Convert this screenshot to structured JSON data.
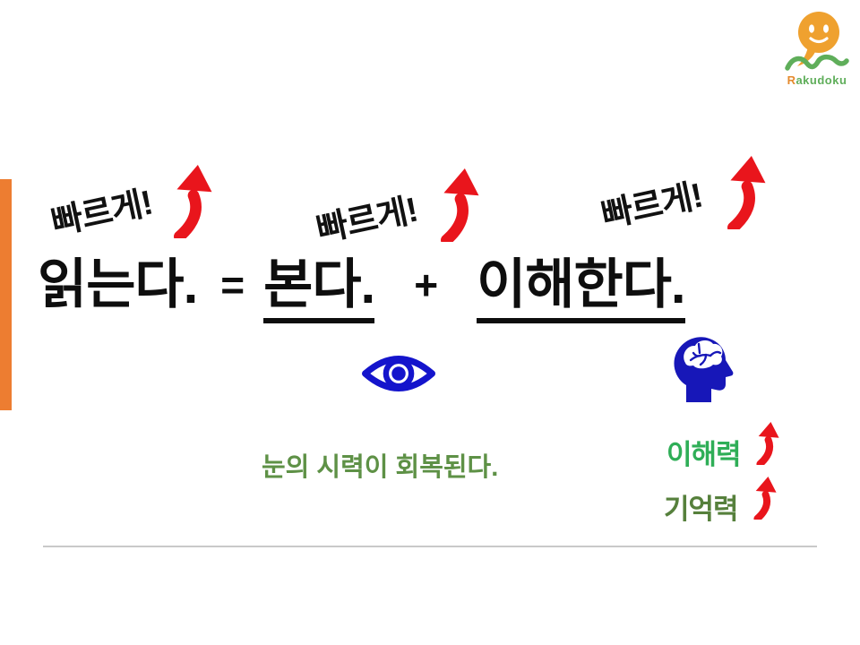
{
  "slide": {
    "background": "#ffffff",
    "accent_bar_color": "#ED7D31",
    "divider_color": "#C9C9C9"
  },
  "logo": {
    "brand_first_letter": "R",
    "brand_rest": "akudoku",
    "brand_full": "Rakudoku",
    "bubble_color": "#EFA12F",
    "green_color": "#5FAE5A",
    "icons": [
      "speech-bubble-face-icon",
      "green-wave-icon"
    ]
  },
  "fast_labels": [
    {
      "text": "빠르게!"
    },
    {
      "text": "빠르게!"
    },
    {
      "text": "빠르게!"
    }
  ],
  "arrow_color": "#E9151C",
  "equation": {
    "reads": "읽는다.",
    "equals": "=",
    "sees": "본다.",
    "plus": "+",
    "understands": "이해한다.",
    "text_color": "#0e0e0e",
    "underlined_words": [
      "본다.",
      "이해한다."
    ]
  },
  "icons": {
    "eye_color": "#1414CC",
    "brain_head_color": "#1717B8"
  },
  "captions": {
    "vision": "눈의 시력이 회복된다.",
    "vision_color": "#5E9146"
  },
  "metrics": [
    {
      "label": "이해력",
      "color": "#2FAE57",
      "trend": "up"
    },
    {
      "label": "기억력",
      "color": "#56803C",
      "trend": "up"
    }
  ]
}
